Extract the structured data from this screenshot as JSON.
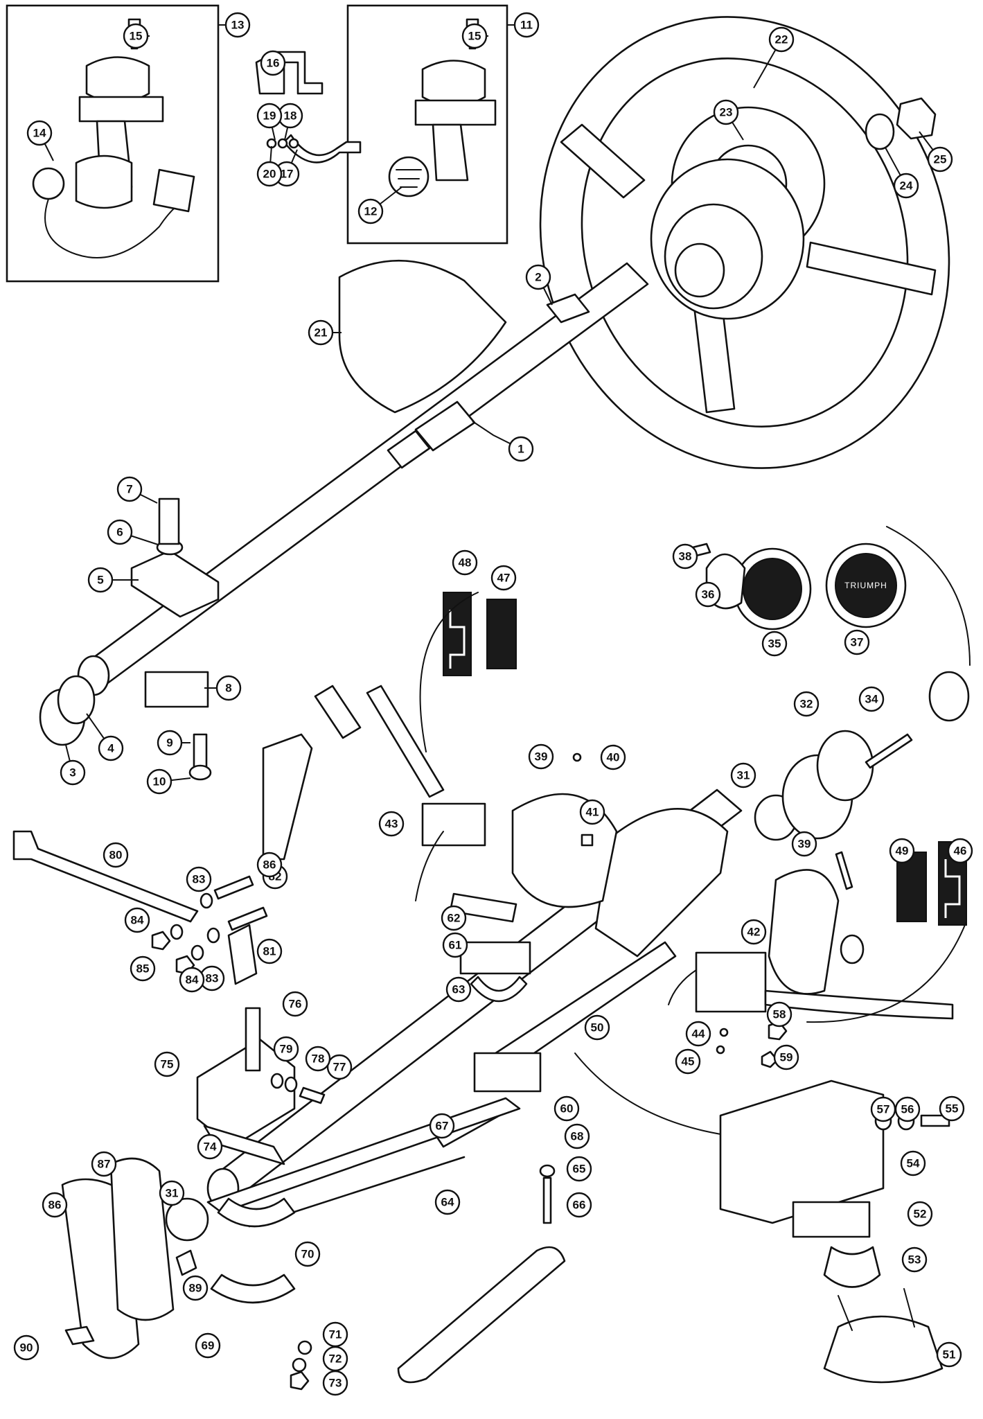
{
  "diagram": {
    "callouts": [
      "1",
      "2",
      "3",
      "4",
      "5",
      "6",
      "7",
      "8",
      "9",
      "10",
      "11",
      "12",
      "13",
      "14",
      "15",
      "15",
      "16",
      "17",
      "18",
      "19",
      "20",
      "21",
      "22",
      "23",
      "24",
      "25",
      "31",
      "31",
      "32",
      "34",
      "35",
      "36",
      "37",
      "38",
      "39",
      "39",
      "40",
      "41",
      "42",
      "43",
      "44",
      "45",
      "46",
      "47",
      "48",
      "49",
      "50",
      "51",
      "52",
      "53",
      "54",
      "55",
      "56",
      "57",
      "58",
      "59",
      "60",
      "61",
      "62",
      "63",
      "64",
      "65",
      "66",
      "67",
      "68",
      "69",
      "70",
      "71",
      "72",
      "73",
      "74",
      "75",
      "76",
      "77",
      "78",
      "79",
      "80",
      "81",
      "82",
      "83",
      "83",
      "84",
      "84",
      "85",
      "86",
      "86",
      "87",
      "89",
      "90"
    ],
    "horn_badge_text": "TRIUMPH"
  }
}
